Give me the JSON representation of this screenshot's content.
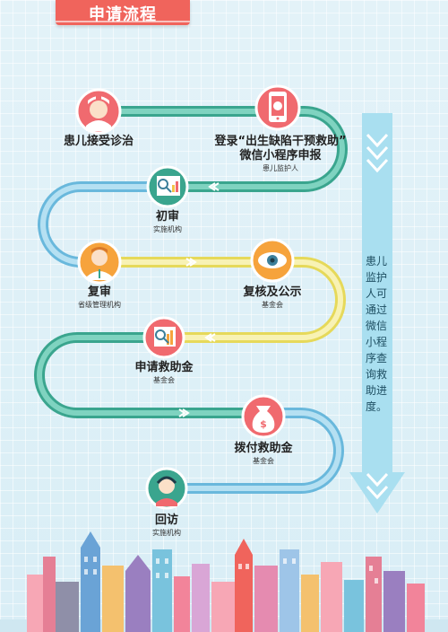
{
  "header": {
    "title": "申请流程"
  },
  "steps": [
    {
      "title": "患儿接受诊治",
      "sub": ""
    },
    {
      "title": "登录“出生缺陷干预救助”",
      "title2": "微信小程序申报",
      "sub": "患儿监护人"
    },
    {
      "title": "初审",
      "sub": "实施机构"
    },
    {
      "title": "复审",
      "sub": "省级管理机构"
    },
    {
      "title": "复核及公示",
      "sub": "基金会"
    },
    {
      "title": "申请救助金",
      "sub": "基金会"
    },
    {
      "title": "拨付救助金",
      "sub": "基金会"
    },
    {
      "title": "回访",
      "sub": "实施机构"
    }
  ],
  "side_note": "患儿监护人可通过微信小程序查询救助进度。",
  "icons": [
    "nurse-icon",
    "phone-app-icon",
    "magnifier-report-icon",
    "doctor-icon",
    "eye-icon",
    "chart-search-icon",
    "money-bag-icon",
    "customer-service-icon"
  ],
  "colors": {
    "banner": "#f0645c",
    "teal": "#4fbfa8",
    "yellow": "#f3e98a",
    "blue": "#8fcbe6",
    "arrow": "#a9dff0"
  }
}
